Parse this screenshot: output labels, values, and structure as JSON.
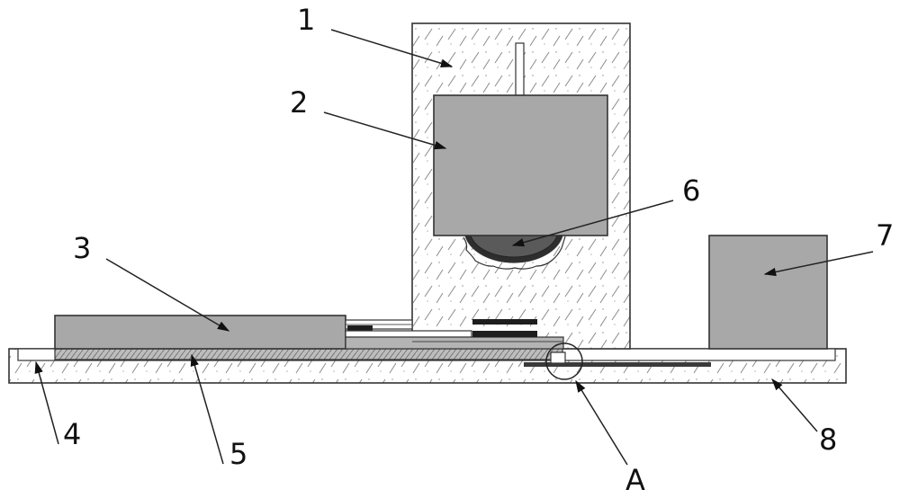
{
  "labels": {
    "l1": "1",
    "l2": "2",
    "l3": "3",
    "l4": "4",
    "l5": "5",
    "l6": "6",
    "l7": "7",
    "l8": "8",
    "lA": "A"
  },
  "colors": {
    "background": "#ffffff",
    "hatch_fill": "#ffffff",
    "hatch_line": "#777777",
    "solid_part": "#a8a8a8",
    "dark_part": "#3a3a3a",
    "outline": "#333333"
  }
}
